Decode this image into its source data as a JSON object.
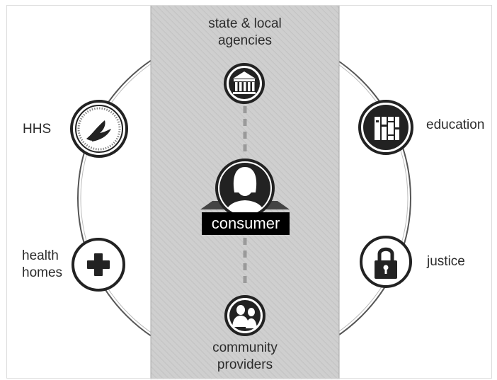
{
  "nodes": {
    "state_local": {
      "line1": "state & local",
      "line2": "agencies"
    },
    "community": {
      "line1": "community",
      "line2": "providers"
    },
    "hhs": {
      "label": "HHS"
    },
    "health_homes": {
      "line1": "health",
      "line2": "homes"
    },
    "education": {
      "label": "education"
    },
    "justice": {
      "label": "justice"
    },
    "consumer": {
      "label": "consumer"
    }
  },
  "colors": {
    "band": "#cfcfcf",
    "icon_dark": "#222222",
    "ring": "#555555",
    "connector": "#9a9a9a"
  },
  "icons": {
    "state_local": "government-building-icon",
    "community": "people-group-icon",
    "hhs": "hhs-eagle-seal-icon",
    "health_homes": "medical-cross-icon",
    "education": "books-icon",
    "justice": "padlock-icon",
    "consumer": "person-avatar-icon"
  }
}
